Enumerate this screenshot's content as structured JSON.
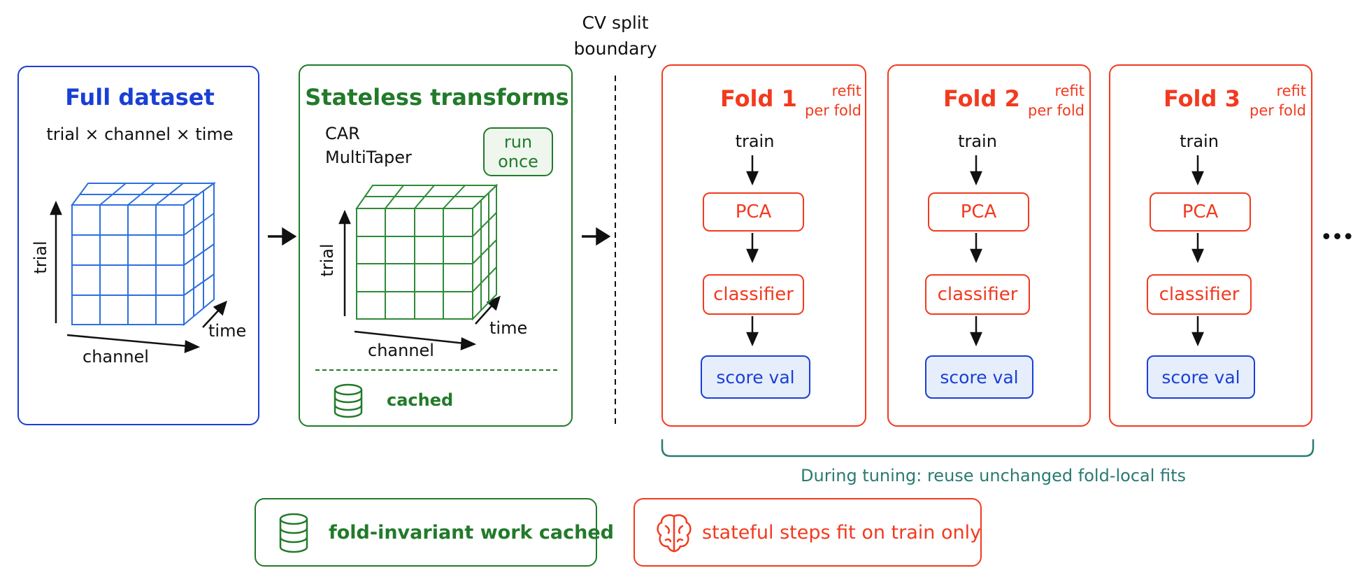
{
  "boundary": {
    "label_line1": "CV split",
    "label_line2": "boundary"
  },
  "full_dataset": {
    "title": "Full dataset",
    "subtitle": "trial × channel × time",
    "axes": {
      "y": "trial",
      "x": "channel",
      "z": "time"
    }
  },
  "stateless": {
    "title": "Stateless transforms",
    "transforms": [
      "CAR",
      "MultiTaper"
    ],
    "badge_line1": "run",
    "badge_line2": "once",
    "axes": {
      "y": "trial",
      "x": "channel",
      "z": "time"
    },
    "cached_label": "cached"
  },
  "folds": [
    {
      "title": "Fold 1",
      "note_line1": "refit",
      "note_line2": "per fold",
      "train": "train",
      "step1": "PCA",
      "step2": "classifier",
      "score": "score val"
    },
    {
      "title": "Fold 2",
      "note_line1": "refit",
      "note_line2": "per fold",
      "train": "train",
      "step1": "PCA",
      "step2": "classifier",
      "score": "score val"
    },
    {
      "title": "Fold 3",
      "note_line1": "refit",
      "note_line2": "per fold",
      "train": "train",
      "step1": "PCA",
      "step2": "classifier",
      "score": "score val"
    }
  ],
  "more_folds": "•••",
  "tuning_note": "During tuning: reuse unchanged fold-local fits",
  "legend": {
    "cached": "fold-invariant work cached",
    "stateful": "stateful steps fit on train only"
  },
  "colors": {
    "blue": "#1a3fd6",
    "green": "#227a2a",
    "red": "#f23a1f",
    "teal": "#2a7a72",
    "score_fill": "#e6eefc"
  },
  "icons": [
    "arrow-right-icon",
    "database-icon",
    "brain-icon",
    "cube-grid-icon",
    "ellipsis-icon"
  ]
}
